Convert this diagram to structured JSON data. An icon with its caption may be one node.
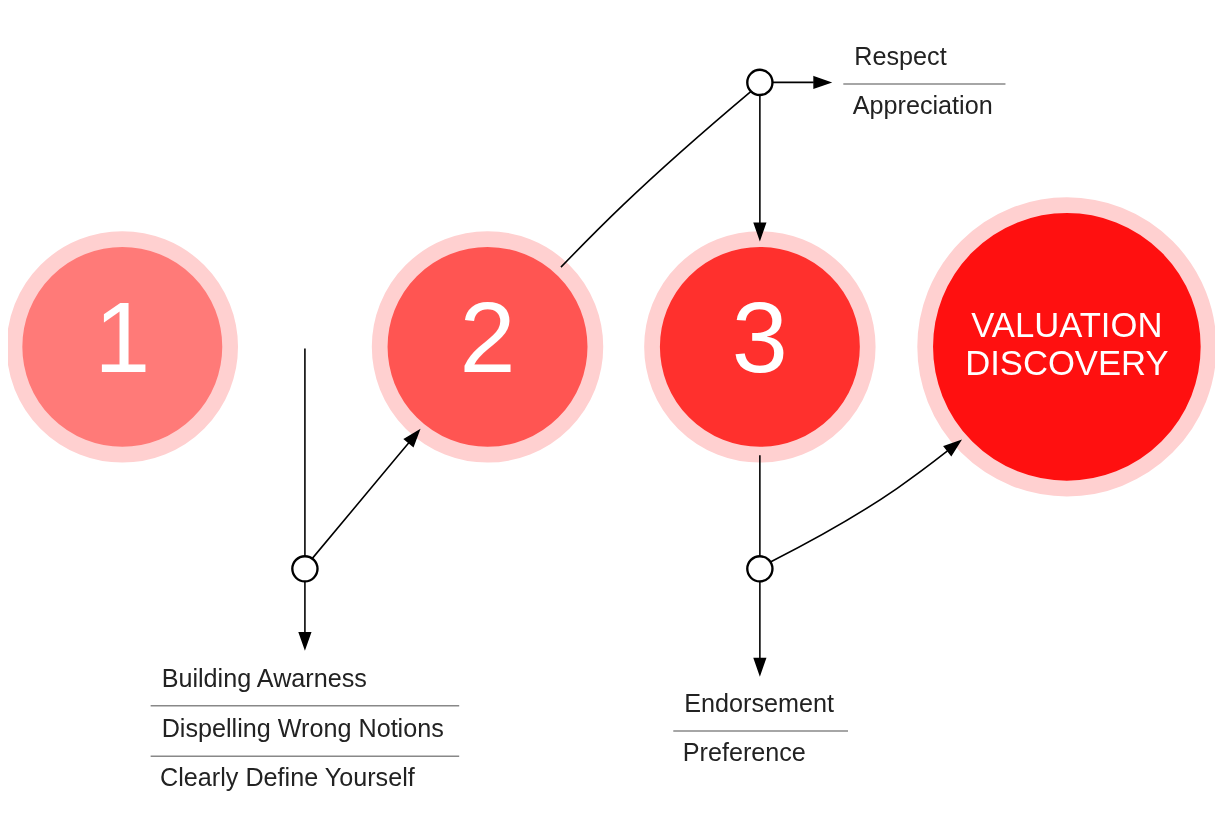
{
  "diagram": {
    "nodes": [
      {
        "text": [
          "1"
        ]
      },
      {
        "text": [
          "2"
        ]
      },
      {
        "text": [
          "3"
        ]
      },
      {
        "text": [
          "VALUATION DISCOVERY"
        ]
      },
      {
        "text": [],
        "shape": "circle"
      },
      {
        "text": [],
        "shape": "circle"
      },
      {
        "text": [],
        "shape": "circle"
      },
      {
        "text": [
          "Building Awarness",
          "Dispelling Wrong Notions",
          "Clearly Define Yourself"
        ]
      },
      {
        "text": [
          "Respect",
          "Appreciation"
        ]
      },
      {
        "text": [
          "Endorsement",
          "Preference"
        ]
      }
    ],
    "edges": [
      {
        "from": null,
        "to": 4,
        "arrow": "none"
      },
      {
        "from": 4,
        "to": 1,
        "arrow": "to"
      },
      {
        "from": 1,
        "to": 5,
        "arrow": "none"
      },
      {
        "from": 5,
        "to": 2,
        "arrow": "to"
      },
      {
        "from": 2,
        "to": 6,
        "arrow": "none"
      },
      {
        "from": 6,
        "to": 3,
        "arrow": "to"
      },
      {
        "from": 4,
        "to": 7,
        "arrow": "to"
      },
      {
        "from": 5,
        "to": 8,
        "arrow": "to"
      },
      {
        "from": 6,
        "to": 9,
        "arrow": "to"
      }
    ]
  }
}
